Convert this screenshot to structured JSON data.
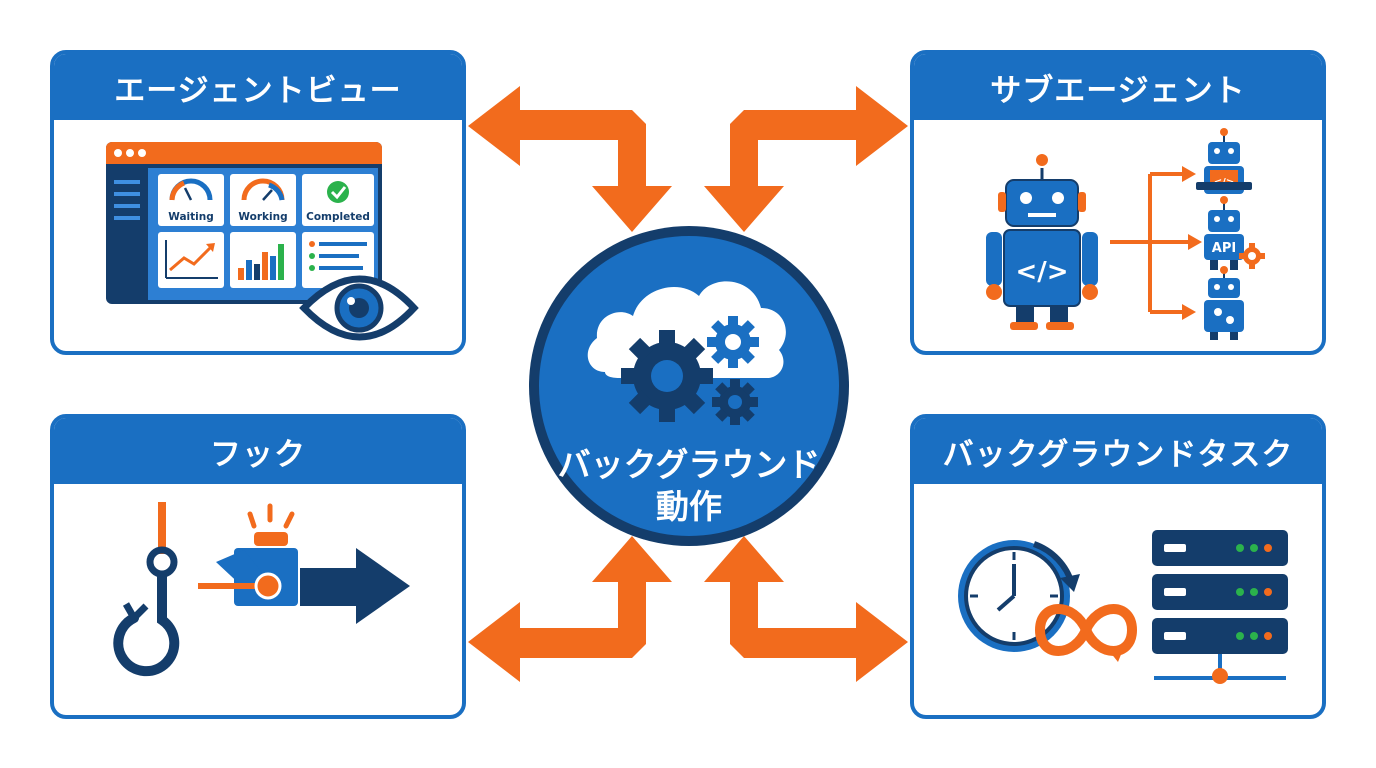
{
  "center": {
    "label_line1": "バックグラウンド",
    "label_line2": "動作"
  },
  "panels": {
    "agent_view": {
      "title": "エージェントビュー",
      "status_cards": [
        "Waiting",
        "Working",
        "Completed"
      ]
    },
    "subagent": {
      "title": "サブエージェント",
      "main_robot_code": "</>",
      "child_labels": [
        "</>",
        "API"
      ]
    },
    "hook": {
      "title": "フック"
    },
    "background_task": {
      "title": "バックグラウンドタスク"
    }
  },
  "colors": {
    "primary_blue": "#1a6fc2",
    "dark_navy": "#143d6b",
    "accent_orange": "#f26b1d",
    "status_green": "#2bb24c"
  },
  "icons": [
    "dashboard-icon",
    "eye-icon",
    "robot-icon",
    "gear-icon",
    "cloud-icon",
    "hook-icon",
    "alarm-light-icon",
    "arrow-right-icon",
    "clock-icon",
    "infinity-icon",
    "server-icon"
  ]
}
